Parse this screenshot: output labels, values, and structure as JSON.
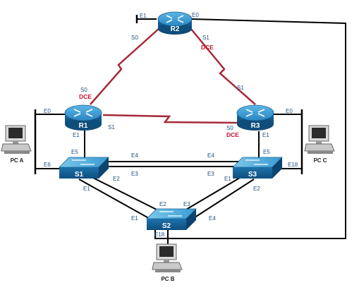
{
  "devices": {
    "r1": "R1",
    "r2": "R2",
    "r3": "R3",
    "s1": "S1",
    "s2": "S2",
    "s3": "S3",
    "pca": "PC A",
    "pcb": "PC B",
    "pcc": "PC C"
  },
  "dce": "DCE",
  "ports": {
    "r2_e1": "E1",
    "r2_e0": "E0",
    "r2_s0": "S0",
    "r2_s1": "S1",
    "r1_s0": "S0",
    "r1_e0": "E0",
    "r1_e1": "E1",
    "r1_s1": "S1",
    "r3_s1": "S1",
    "r3_s0": "S0",
    "r3_e0": "E0",
    "r3_e1": "E1",
    "s1_e5": "E5",
    "s1_e6": "E6",
    "s1_e4": "E4",
    "s1_e3": "E3",
    "s1_e1": "E1",
    "s1_e2": "E2",
    "s3_e5": "E5",
    "s3_e4": "E4",
    "s3_e3": "E3",
    "s3_e18": "E18",
    "s3_e1": "E1",
    "s3_e2": "E2",
    "s2_e2": "E2",
    "s2_e3": "E3",
    "s2_e1": "E1",
    "s2_e4": "E4",
    "s2_e18": "E18"
  },
  "colors": {
    "serial_link": "#a52a3a",
    "ethernet_link": "#000000",
    "device_blue": "#1b6fa8",
    "port_label": "#1f4f7c",
    "dce_label": "#c8102e"
  }
}
